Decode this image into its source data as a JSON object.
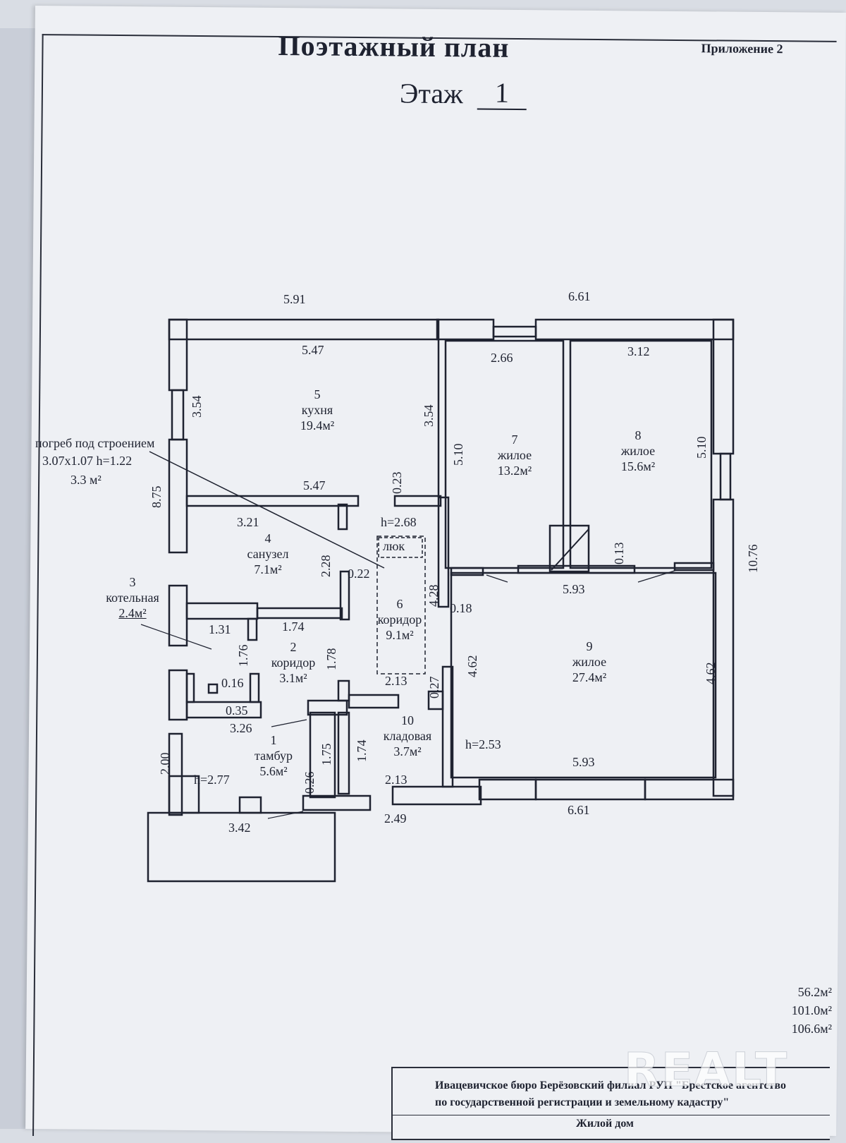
{
  "header": {
    "title": "Поэтажный план",
    "floor_label": "Этаж",
    "floor_number": "1",
    "appendix": "Приложение 2"
  },
  "rooms": [
    {
      "num": "5",
      "name": "кухня",
      "area": "19.4м²"
    },
    {
      "num": "7",
      "name": "жилое",
      "area": "13.2м²"
    },
    {
      "num": "8",
      "name": "жилое",
      "area": "15.6м²"
    },
    {
      "num": "4",
      "name": "санузел",
      "area": "7.1м²"
    },
    {
      "num": "3",
      "name": "котельная",
      "area": "2.4м²"
    },
    {
      "num": "6",
      "name": "коридор",
      "area": "9.1м²"
    },
    {
      "num": "2",
      "name": "коридор",
      "area": "3.1м²"
    },
    {
      "num": "9",
      "name": "жилое",
      "area": "27.4м²"
    },
    {
      "num": "1",
      "name": "тамбур",
      "area": "5.6м²"
    },
    {
      "num": "10",
      "name": "кладовая",
      "area": "3.7м²"
    }
  ],
  "cellar": {
    "line1": "погреб под строением",
    "line2": "3.07x1.07 h=1.22",
    "line3": "3.3 м²"
  },
  "hatch": "люк",
  "heights": [
    "h=2.68",
    "h=2.53",
    "h=2.77"
  ],
  "dimensions": {
    "top_left": "5.91",
    "top_right": "6.61",
    "kitchen_top": "5.47",
    "room7_top": "2.66",
    "room8_top": "3.12",
    "kitchen_left": "3.54",
    "kitchen_right": "3.54",
    "room7_left": "5.10",
    "room8_right": "5.10",
    "outer_left": "8.75",
    "outer_right": "10.76",
    "kitchen_bottom": "5.47",
    "d023": "0.23",
    "bath_top": "3.21",
    "bath_h": "2.28",
    "d022": "0.22",
    "corr6_h": "4.28",
    "d013": "0.13",
    "room9_top": "5.93",
    "d018": "0.18",
    "d131": "1.31",
    "d174a": "1.74",
    "d176": "1.76",
    "d178": "1.78",
    "d016": "0.16",
    "d035": "0.35",
    "d213a": "2.13",
    "d027": "0.27",
    "d462a": "4.62",
    "d462b": "4.62",
    "d326": "3.26",
    "d175": "1.75",
    "d174b": "1.74",
    "d200": "2.00",
    "d026": "0.26",
    "d213b": "2.13",
    "room9_bottom": "5.93",
    "d342": "3.42",
    "d249": "2.49",
    "bottom_right": "6.61"
  },
  "totals": [
    "56.2м²",
    "101.0м²",
    "106.6м²"
  ],
  "stamp": {
    "line1": "Ивацевичское бюро Берёзовский филиал РУП \"Брестское агентство",
    "line2": "по государственной регистрации и земельному кадастру\"",
    "line3": "Жилой дом"
  },
  "watermark": "REALT",
  "colors": {
    "ink": "#1e2230",
    "paper": "#eef0f4"
  }
}
